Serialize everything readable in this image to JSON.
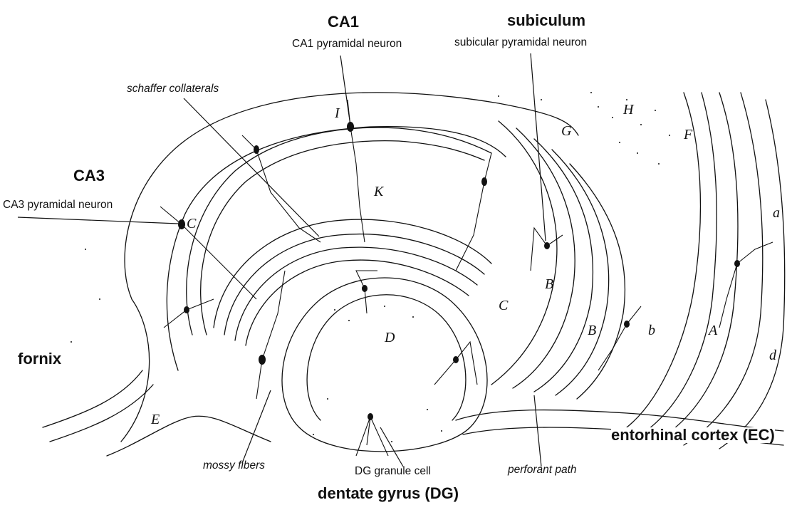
{
  "regions": {
    "ca1": "CA1",
    "subiculum": "subiculum",
    "ca3": "CA3",
    "fornix": "fornix",
    "entorhinal": "entorhinal cortex (EC)",
    "dentate": "dentate gyrus (DG)"
  },
  "cells": {
    "ca1_neuron": "CA1 pyramidal neuron",
    "subicular_neuron": "subicular pyramidal neuron",
    "ca3_neuron": "CA3 pyramidal neuron",
    "dg_granule": "DG granule cell"
  },
  "pathways": {
    "schaffer": "schaffer collaterals",
    "mossy": "mossy fibers",
    "perforant": "perforant path"
  },
  "drawing_letters": {
    "H": "H",
    "G": "G",
    "F": "F",
    "I": "I",
    "K": "K",
    "C1": "C",
    "C2": "C",
    "B1": "B",
    "B2": "B",
    "b": "b",
    "A": "A",
    "a": "a",
    "D": "D",
    "E": "E",
    "d": "d"
  },
  "colors": {
    "ink": "#111111",
    "background": "#ffffff"
  }
}
